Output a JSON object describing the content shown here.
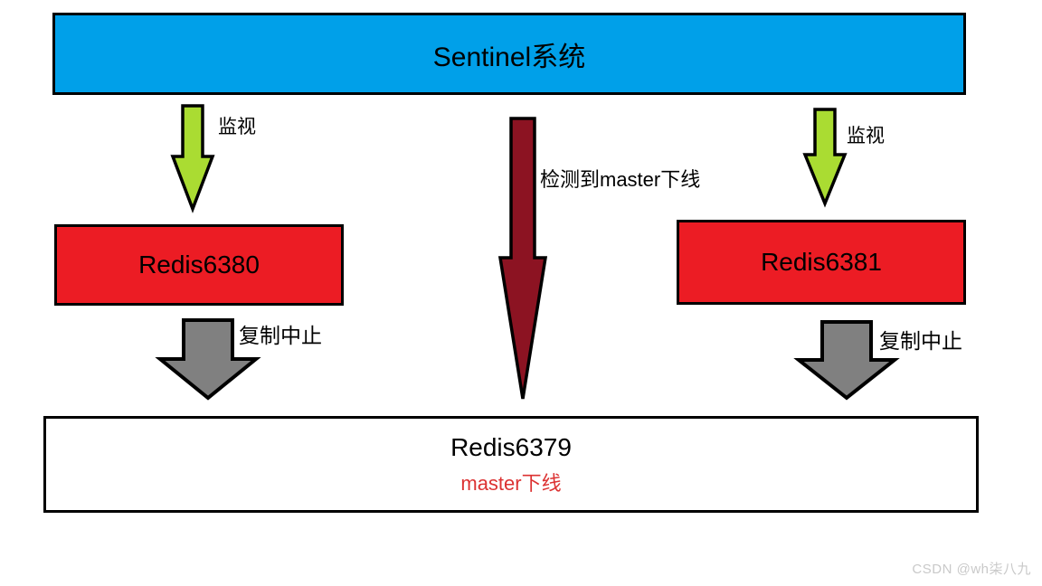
{
  "nodes": {
    "sentinel": {
      "label": "Sentinel系统"
    },
    "redis6380": {
      "label": "Redis6380"
    },
    "redis6381": {
      "label": "Redis6381"
    },
    "redis6379": {
      "label": "Redis6379",
      "status": "master下线"
    }
  },
  "edges": {
    "monitor_left": {
      "label": "监视"
    },
    "monitor_right": {
      "label": "监视"
    },
    "detect_down": {
      "label": "检测到master下线"
    },
    "repl_stop_left": {
      "label": "复制中止"
    },
    "repl_stop_right": {
      "label": "复制中止"
    }
  },
  "colors": {
    "sentinel_bg": "#00A0E9",
    "redis_bg": "#EC1C24",
    "monitor_arrow": "#AADC32",
    "detect_arrow": "#8C1322",
    "repl_arrow": "#808080",
    "arrow_outline": "#000000",
    "status_text": "#DC3232"
  },
  "watermark": "CSDN @wh柒八九"
}
